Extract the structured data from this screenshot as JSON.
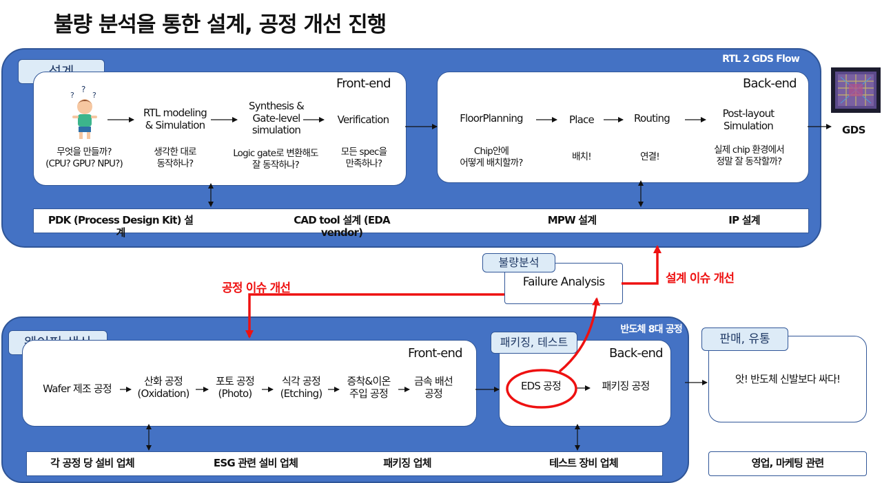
{
  "title": "불량 분석을 통한 설계, 공정 개선 진행",
  "design": {
    "tag": "설계",
    "flow_label": "RTL 2 GDS Flow",
    "gds": "GDS",
    "front_end": {
      "title": "Front-end",
      "steps": [
        {
          "label": "",
          "sub": "무엇을 만들까?\n(CPU? GPU? NPU?)"
        },
        {
          "label": "RTL modeling\n& Simulation",
          "sub": "생각한 대로\n동작하나?"
        },
        {
          "label": "Synthesis &\nGate-level\nsimulation",
          "sub": "Logic gate로 변환해도\n잘 동작하나?"
        },
        {
          "label": "Verification",
          "sub": "모든 spec을\n만족하나?"
        }
      ]
    },
    "back_end": {
      "title": "Back-end",
      "steps": [
        {
          "label": "FloorPlanning",
          "sub": "Chip안에\n어떻게 배치할까?"
        },
        {
          "label": "Place",
          "sub": "배치!"
        },
        {
          "label": "Routing",
          "sub": "연결!"
        },
        {
          "label": "Post-layout\nSimulation",
          "sub": "실제 chip 환경에서\n정말 잘 동작할까?"
        }
      ]
    },
    "vendors": [
      "PDK (Process Design Kit) 설계",
      "CAD tool 설계 (EDA vendor)",
      "MPW 설계",
      "IP 설계"
    ]
  },
  "failure": {
    "tag": "불량분석",
    "label": "Failure Analysis",
    "process_issue": "공정 이슈 개선",
    "design_issue": "설계 이슈 개선"
  },
  "fab": {
    "tag": "웨이퍼 생산",
    "process_label": "반도체 8대 공정",
    "front_end": {
      "title": "Front-end",
      "steps": [
        "Wafer 제조 공정",
        "산화 공정\n(Oxidation)",
        "포토 공정\n(Photo)",
        "식각 공정\n(Etching)",
        "증착&이온\n주입 공정",
        "금속 배선\n공정"
      ]
    },
    "back_end": {
      "tag": "패키징, 테스트",
      "title": "Back-end",
      "steps": [
        "EDS 공정",
        "패키징 공정"
      ]
    },
    "vendors": [
      "각 공정 당 설비 업체",
      "ESG 관련 설비 업체",
      "패키징 업체",
      "테스트 장비 업체"
    ]
  },
  "sales": {
    "tag": "판매, 유통",
    "message": "앗! 반도체 신발보다 싸다!",
    "vendor": "영업, 마케팅 관련"
  },
  "colors": {
    "panel": "#4472c4",
    "border": "#2f5597",
    "tag_bg": "#ddebf7",
    "accent_red": "#ee1111"
  }
}
